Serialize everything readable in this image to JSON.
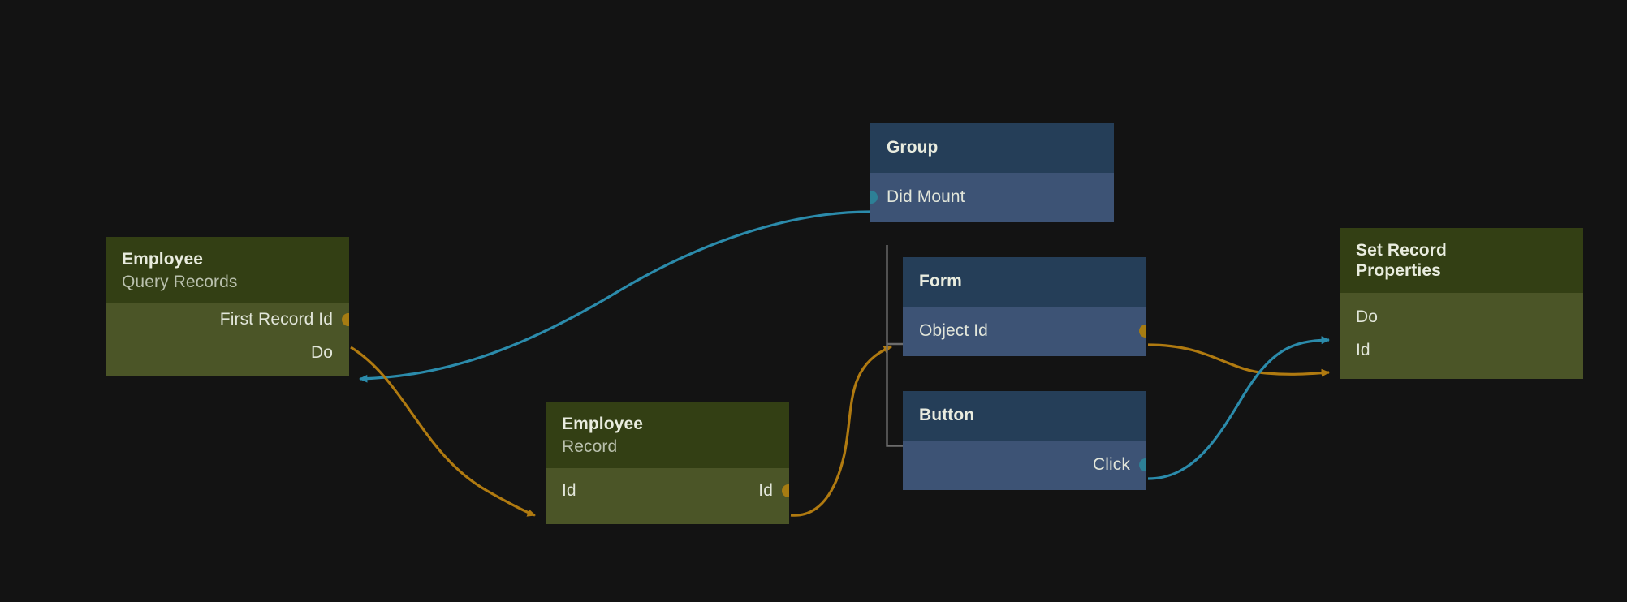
{
  "app": {
    "name": "node-graph-editor",
    "canvas_background": "#131313"
  },
  "palette": {
    "green_header": "#333f14",
    "green_body": "#4b5527",
    "blue_header": "#253e58",
    "blue_body": "#3d5375",
    "exec_edge": "#2b8bab",
    "data_edge": "#b07a10",
    "exec_port": "#2d8096",
    "data_port": "#a67c12",
    "tree_line": "#6c6c6c",
    "text_primary": "#e9ecdf",
    "text_secondary": "#b9c0ad"
  },
  "nodes": [
    {
      "id": "employee-query-records",
      "title": "Employee",
      "subtitle": "Query Records",
      "kind": "green",
      "ports": [
        {
          "name": "first-record-id",
          "label": "First Record Id",
          "side": "output",
          "align": "right",
          "type": "data",
          "shape": "circle"
        },
        {
          "name": "do",
          "label": "Do",
          "side": "input",
          "align": "right",
          "type": "exec",
          "shape": "arrow"
        }
      ]
    },
    {
      "id": "group",
      "title": "Group",
      "subtitle": "",
      "kind": "blue",
      "ports": [
        {
          "name": "did-mount",
          "label": "Did Mount",
          "side": "output",
          "align": "left",
          "type": "exec",
          "shape": "circle"
        }
      ]
    },
    {
      "id": "form",
      "title": "Form",
      "subtitle": "",
      "kind": "blue",
      "ports": [
        {
          "name": "object-id",
          "label": "Object Id",
          "side": "both",
          "align": "left",
          "type": "data",
          "shape": "arrow-circle"
        }
      ]
    },
    {
      "id": "button",
      "title": "Button",
      "subtitle": "",
      "kind": "blue",
      "ports": [
        {
          "name": "click",
          "label": "Click",
          "side": "output",
          "align": "right",
          "type": "exec",
          "shape": "circle"
        }
      ]
    },
    {
      "id": "employee-record",
      "title": "Employee",
      "subtitle": "Record",
      "kind": "green",
      "ports": [
        {
          "name": "id-in",
          "label": "Id",
          "side": "input",
          "align": "left",
          "type": "data",
          "shape": "arrow"
        },
        {
          "name": "id-out",
          "label": "Id",
          "side": "output",
          "align": "right",
          "type": "data",
          "shape": "circle"
        }
      ]
    },
    {
      "id": "set-record-properties",
      "title": "Set Record",
      "subtitle_line2": "Properties",
      "title_full": "Set Record Properties",
      "kind": "green",
      "ports": [
        {
          "name": "do",
          "label": "Do",
          "side": "input",
          "align": "left",
          "type": "exec",
          "shape": "arrow"
        },
        {
          "name": "id",
          "label": "Id",
          "side": "input",
          "align": "left",
          "type": "data",
          "shape": "arrow"
        }
      ]
    }
  ],
  "labels": {
    "employee_query": {
      "title": "Employee",
      "subtitle": "Query Records",
      "port_first_record_id": "First Record Id",
      "port_do": "Do"
    },
    "group": {
      "title": "Group",
      "port_did_mount": "Did Mount"
    },
    "form": {
      "title": "Form",
      "port_object_id": "Object Id"
    },
    "button": {
      "title": "Button",
      "port_click": "Click"
    },
    "employee_record": {
      "title": "Employee",
      "subtitle": "Record",
      "port_id_in": "Id",
      "port_id_out": "Id"
    },
    "set_record": {
      "title_line1": "Set Record",
      "title_line2": "Properties",
      "port_do": "Do",
      "port_id": "Id"
    }
  },
  "edges": [
    {
      "name": "edge-did-mount-to-query-do",
      "from": "group.did-mount",
      "to": "employee-query-records.do",
      "type": "exec",
      "color": "#2b8bab"
    },
    {
      "name": "edge-first-record-id-to-record-id",
      "from": "employee-query-records.first-record-id",
      "to": "employee-record.id-in",
      "type": "data",
      "color": "#b07a10"
    },
    {
      "name": "edge-record-id-to-form-object-id",
      "from": "employee-record.id-out",
      "to": "form.object-id",
      "type": "data",
      "color": "#b07a10"
    },
    {
      "name": "edge-form-object-id-to-set-record-id",
      "from": "form.object-id",
      "to": "set-record-properties.id",
      "type": "data",
      "color": "#b07a10"
    },
    {
      "name": "edge-click-to-set-record-do",
      "from": "button.click",
      "to": "set-record-properties.do",
      "type": "exec",
      "color": "#2b8bab"
    }
  ]
}
